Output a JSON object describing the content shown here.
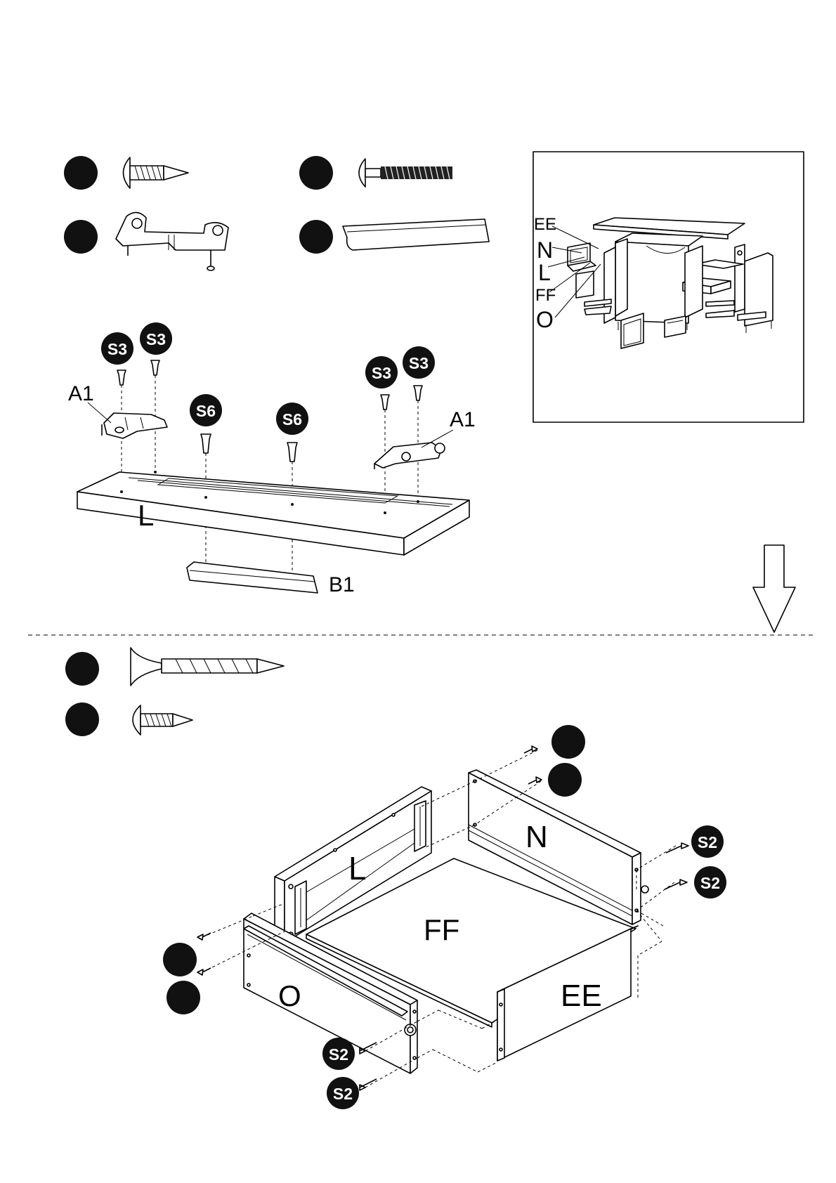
{
  "top_panel": {
    "parts": {
      "left_bracket_label": "A1",
      "right_bracket_label": "A1",
      "panel_label": "L",
      "rail_label": "B1"
    },
    "screws": {
      "s3": "S3",
      "s6": "S6"
    }
  },
  "overview": {
    "labels": [
      "EE",
      "N",
      "L",
      "FF",
      "O"
    ]
  },
  "bottom_panel": {
    "parts": {
      "back_label": "L",
      "side_label": "N",
      "bottom_label": "FF",
      "side2_label": "EE",
      "front_label": "O"
    },
    "screws": {
      "s2": "S2"
    }
  }
}
